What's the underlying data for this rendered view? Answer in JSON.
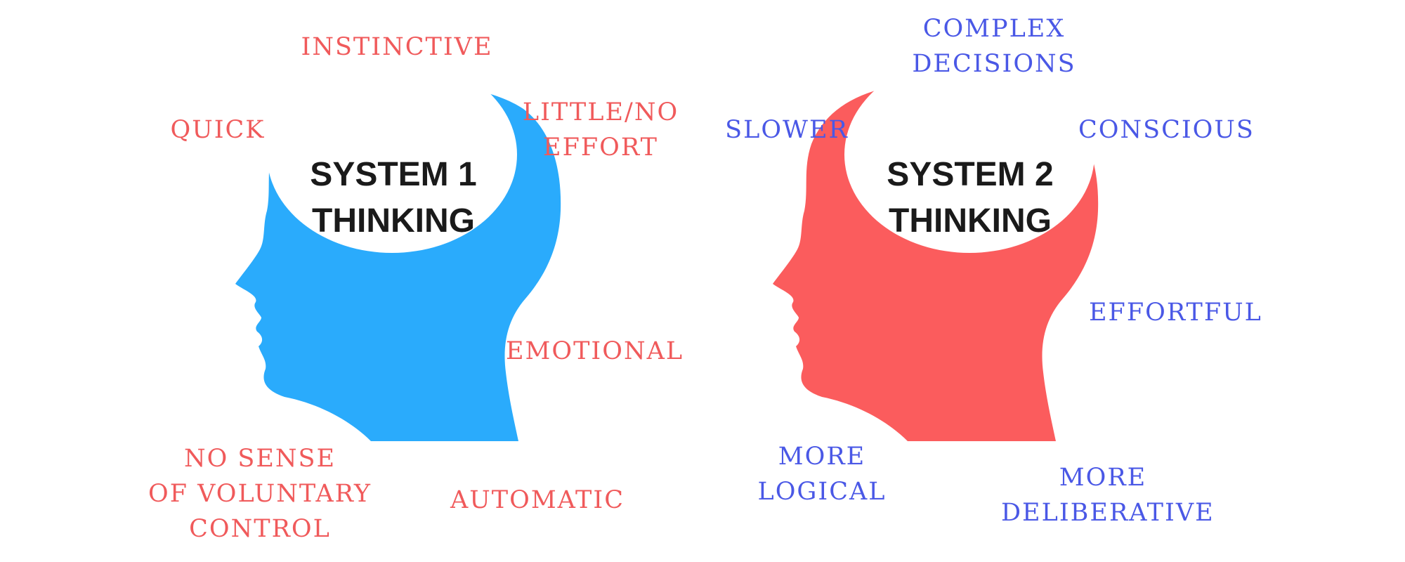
{
  "colors": {
    "system1_head": "#2aabfc",
    "system1_text": "#f05a5b",
    "system2_head": "#fb5c5d",
    "system2_text": "#4a58e6",
    "title_text": "#1a1a1a"
  },
  "system1": {
    "title": "SYSTEM 1\nTHINKING",
    "traits": {
      "instinctive": "INSTINCTIVE",
      "quick": "QUICK",
      "little_no_effort": "LITTLE/NO\nEFFORT",
      "emotional": "EMOTIONAL",
      "no_sense": "NO SENSE\nOF VOLUNTARY\nCONTROL",
      "automatic": "AUTOMATIC"
    }
  },
  "system2": {
    "title": "SYSTEM 2\nTHINKING",
    "traits": {
      "complex_decisions": "COMPLEX\nDECISIONS",
      "slower": "SLOWER",
      "conscious": "CONSCIOUS",
      "effortful": "EFFORTFUL",
      "more_logical": "MORE\nLOGICAL",
      "more_deliberative": "MORE\nDELIBERATIVE"
    }
  }
}
